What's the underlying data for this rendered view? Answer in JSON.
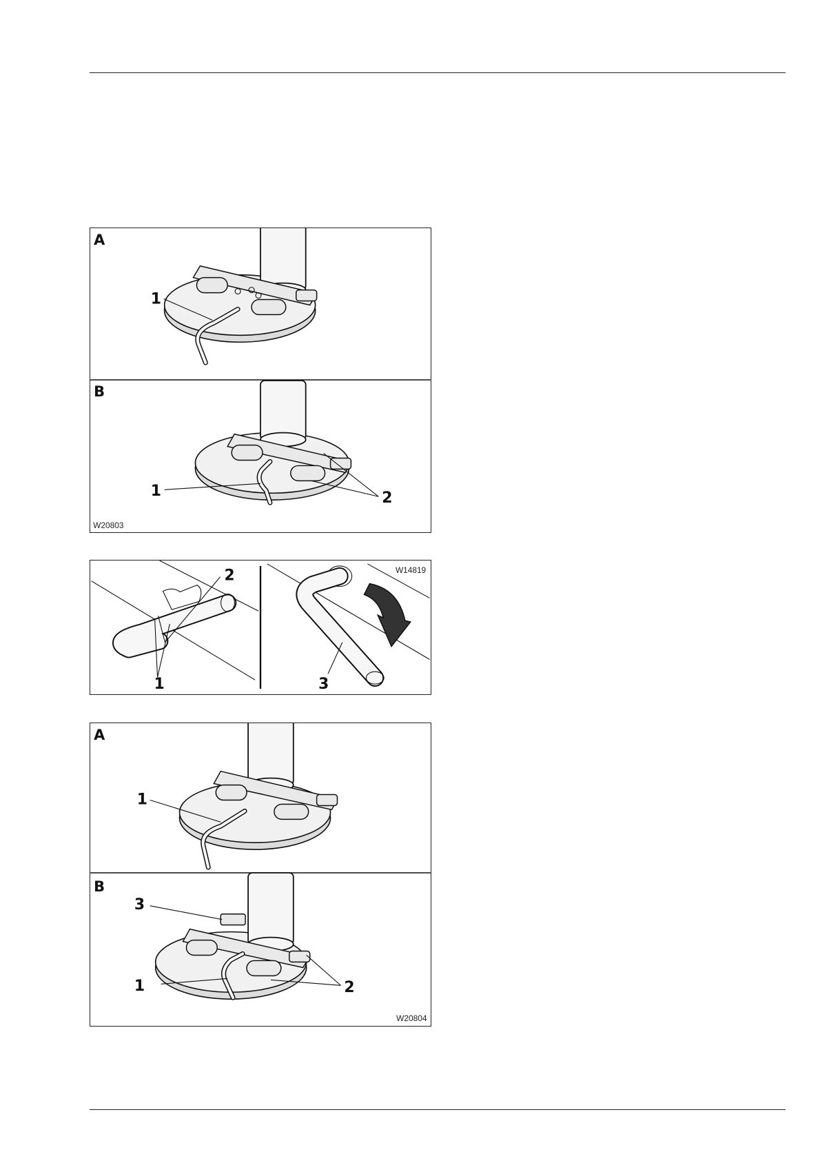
{
  "figure1": {
    "panel_a": "A",
    "panel_b": "B",
    "callout_a1": "1",
    "callout_b1": "1",
    "callout_b2": "2",
    "code": "W20803"
  },
  "figure2": {
    "callout_2": "2",
    "callout_1": "1",
    "callout_3": "3",
    "code": "W14819"
  },
  "figure3": {
    "panel_a": "A",
    "panel_b": "B",
    "callout_a1": "1",
    "callout_b3": "3",
    "callout_b1": "1",
    "callout_b2": "2",
    "code": "W20804"
  }
}
